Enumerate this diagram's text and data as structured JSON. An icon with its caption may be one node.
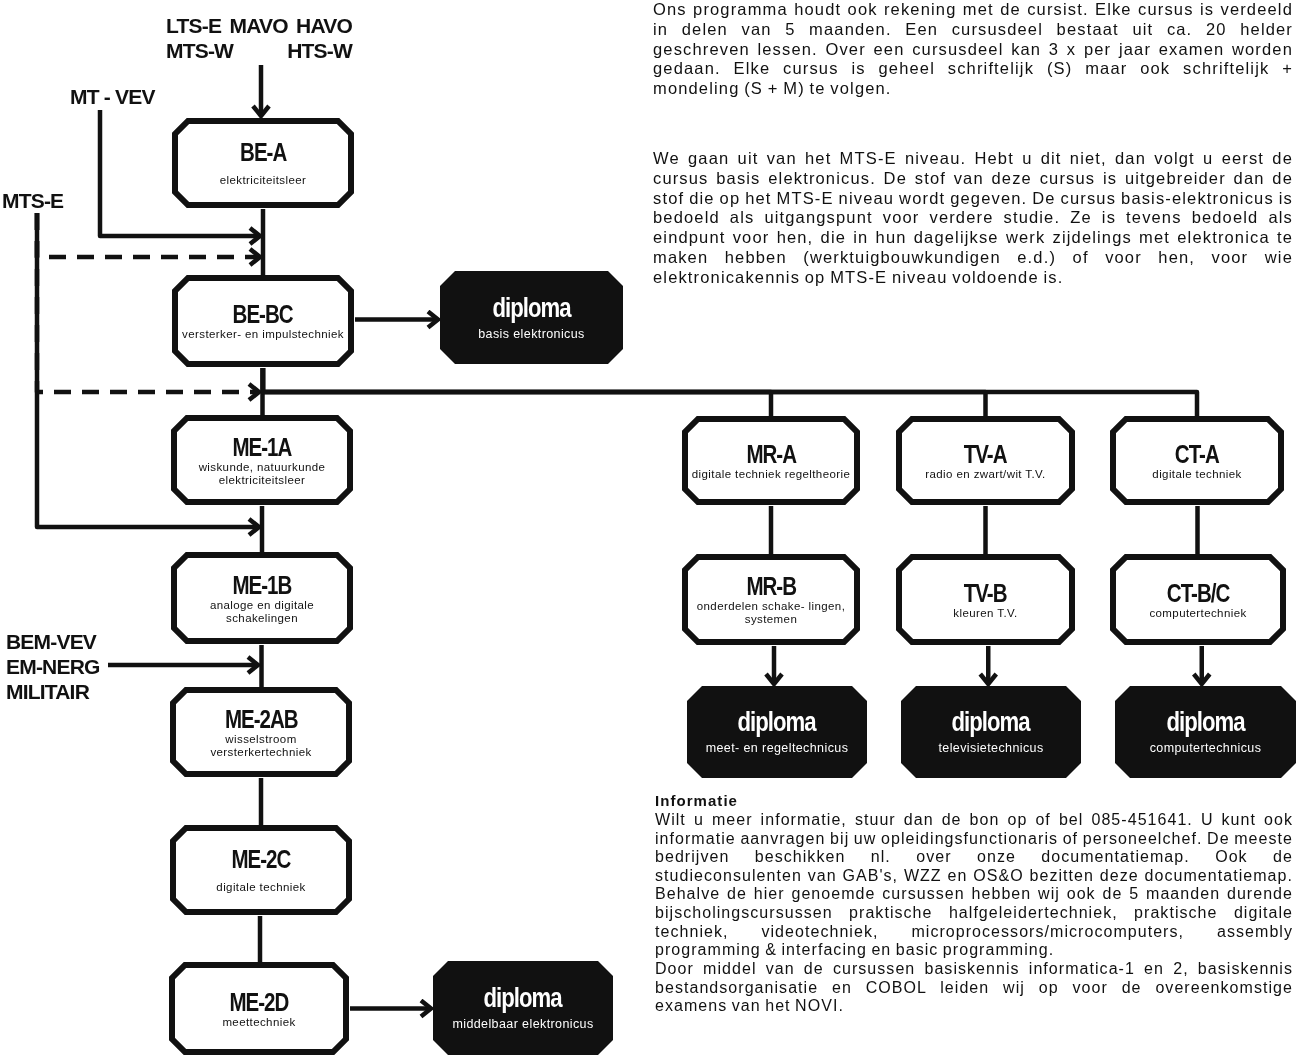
{
  "diagram": {
    "nodes": [
      {
        "text": [
          "LTS-E MAVO HAVO MTS-W HTS-W"
        ]
      },
      {
        "text": [
          "MT - VEV"
        ]
      },
      {
        "text": [
          "MTS-E"
        ]
      },
      {
        "text": [
          "BE-A",
          "elektriciteitsleer"
        ]
      },
      {
        "text": [
          "BE-BC",
          "versterker- en impulstechniek"
        ]
      },
      {
        "text": [
          "diploma",
          "basis elektronicus"
        ]
      },
      {
        "text": [
          "ME-1A",
          "wiskunde, natuurkunde elektriciteitsleer"
        ]
      },
      {
        "text": [
          "ME-1B",
          "analoge en digitale schakelingen"
        ]
      },
      {
        "text": [
          "BEM-VEV EM-NERG MILITAIR"
        ]
      },
      {
        "text": [
          "ME-2AB",
          "wisselstroom versterkertechniek"
        ]
      },
      {
        "text": [
          "ME-2C",
          "digitale techniek"
        ]
      },
      {
        "text": [
          "ME-2D",
          "meettechniek"
        ]
      },
      {
        "text": [
          "diploma",
          "middelbaar elektronicus"
        ]
      },
      {
        "text": [
          "MR-A",
          "digitale techniek regeltheorie"
        ]
      },
      {
        "text": [
          "TV-A",
          "radio en zwart/wit T.V."
        ]
      },
      {
        "text": [
          "CT-A",
          "digitale techniek"
        ]
      },
      {
        "text": [
          "MR-B",
          "onderdelen schake- lingen, systemen"
        ]
      },
      {
        "text": [
          "TV-B",
          "kleuren T.V."
        ]
      },
      {
        "text": [
          "CT-B/C",
          "computertechniek"
        ]
      },
      {
        "text": [
          "diploma",
          "meet- en regeltechnicus"
        ]
      },
      {
        "text": [
          "diploma",
          "televisietechnicus"
        ]
      },
      {
        "text": [
          "diploma",
          "computertechnicus"
        ]
      }
    ],
    "edges": [
      {
        "from": 0,
        "to": 3,
        "arrow": "to"
      },
      {
        "from": 3,
        "to": 4,
        "arrow": "none"
      },
      {
        "from": 1,
        "to": 4,
        "arrow": "to"
      },
      {
        "from": 2,
        "to": 4,
        "arrow": "to",
        "style": "dashed"
      },
      {
        "from": 4,
        "to": 5,
        "arrow": "to"
      },
      {
        "from": 4,
        "to": 6,
        "arrow": "none"
      },
      {
        "from": 2,
        "to": 6,
        "arrow": "to",
        "style": "dashed"
      },
      {
        "from": 2,
        "to": 7,
        "arrow": "to"
      },
      {
        "from": 6,
        "to": 7,
        "arrow": "none"
      },
      {
        "from": 8,
        "to": 9,
        "arrow": "to"
      },
      {
        "from": 7,
        "to": 9,
        "arrow": "none"
      },
      {
        "from": 9,
        "to": 10,
        "arrow": "none"
      },
      {
        "from": 10,
        "to": 11,
        "arrow": "none"
      },
      {
        "from": 11,
        "to": 12,
        "arrow": "to"
      },
      {
        "from": 4,
        "to": 13,
        "arrow": "none"
      },
      {
        "from": 4,
        "to": 14,
        "arrow": "none"
      },
      {
        "from": 4,
        "to": 15,
        "arrow": "none"
      },
      {
        "from": 13,
        "to": 16,
        "arrow": "none"
      },
      {
        "from": 14,
        "to": 17,
        "arrow": "none"
      },
      {
        "from": 15,
        "to": 18,
        "arrow": "none"
      },
      {
        "from": 16,
        "to": 19,
        "arrow": "to"
      },
      {
        "from": 17,
        "to": 20,
        "arrow": "to"
      },
      {
        "from": 18,
        "to": 21,
        "arrow": "to"
      }
    ],
    "labels": [
      "Ons programma houdt ook rekening met de cursist. Elke cursus is verdeeld in delen van 5 maanden. Een cursusdeel bestaat uit ca. 20 helder geschreven lessen. Over een cursusdeel kan 3 x per jaar examen worden gedaan. Elke cursus is geheel schriftelijk (S) maar ook schriftelijk + mondeling (S + M) te volgen.",
      "We gaan uit van het MTS-E niveau. Hebt u dit niet, dan volgt u eerst de cursus basis elektronicus. De stof van deze cursus is uitgebreider dan de stof die op het MTS-E niveau wordt gegeven. De cursus basis-elektronicus is bedoeld als uitgangspunt voor verdere studie. Ze is tevens bedoeld als eindpunt voor hen, die in hun dagelijkse werk zijdelings met elektronica te maken hebben (werktuigbouwkundigen e.d.) of voor hen, voor wie elektronicakennis op MTS-E niveau voldoende is.",
      "Informatie",
      "Wilt u meer informatie, stuur dan de bon op of bel 085-451641. U kunt ook informatie aanvragen bij uw opleidingsfunctionaris of personeelchef. De meeste bedrijven beschikken nl. over onze documentatiemap. Ook de studieconsulenten van GAB's, WZZ en OS&O bezitten deze documentatiemap. Behalve de hier genoemde cursussen hebben wij ook de 5 maanden durende bijscholingscursussen praktische halfgeleidertechniek, praktische digitale techniek, videotechniek, microprocessors/microcomputers, assembly programming & interfacing en basic programming.",
      "Door middel van de cursussen basiskennis informatica-1 en 2, basiskennis bestandsorganisatie en COBOL leiden wij op voor de overeenkomstige examens van het NOVI."
    ]
  }
}
